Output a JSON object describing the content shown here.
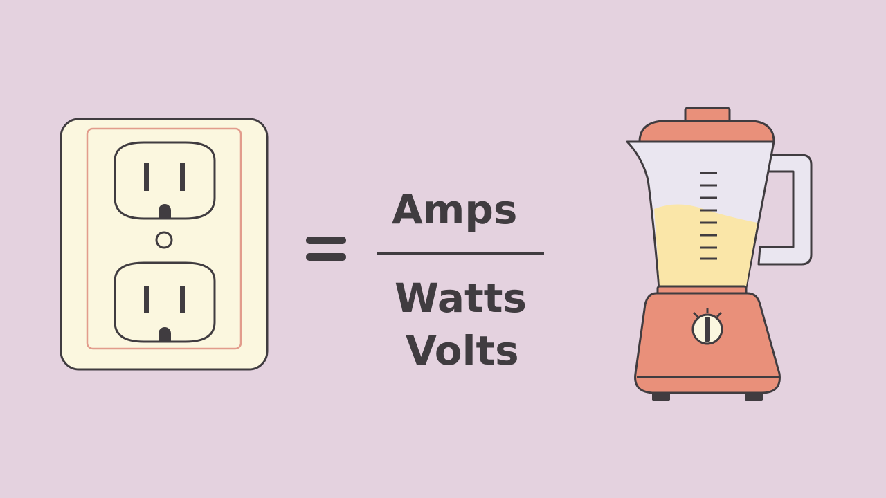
{
  "formula": {
    "numerator": "Amps",
    "denominator_line1": "Watts",
    "denominator_line2": "Volts"
  },
  "icons": {
    "left": "wall-outlet-icon",
    "operator": "equals-sign-icon",
    "right": "blender-icon"
  },
  "colors": {
    "background": "#e4d2df",
    "outline": "#403c40",
    "outlet_plate": "#fbf7df",
    "outlet_inner_border": "#e29c8c",
    "blender_body": "#e9907a",
    "blender_glass": "#eae6f0",
    "blender_liquid": "#fae6a8"
  }
}
